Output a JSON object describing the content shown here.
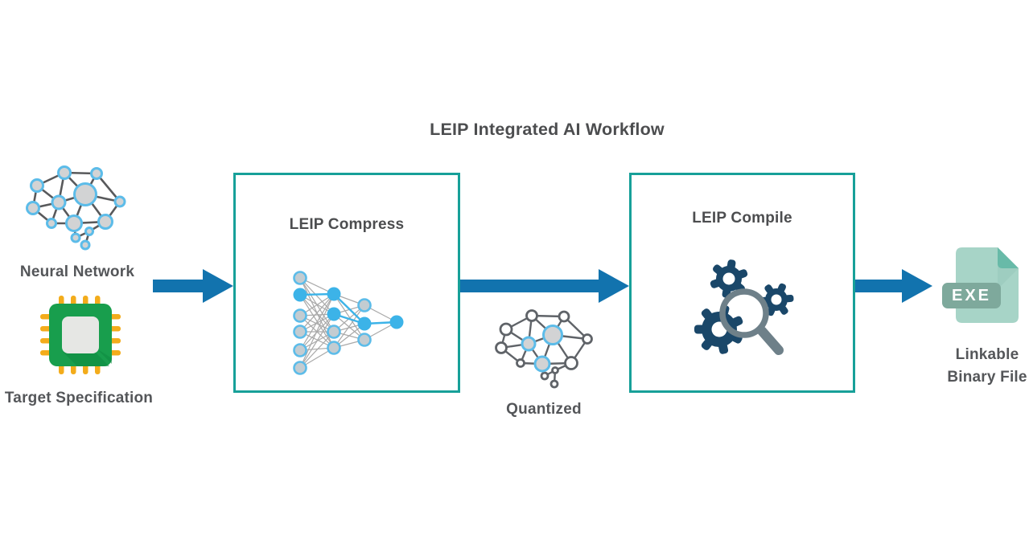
{
  "title": "LEIP Integrated AI Workflow",
  "inputs": {
    "neural_network_label": "Neural Network",
    "target_spec_label": "Target Specification"
  },
  "stages": {
    "compress": {
      "label": "LEIP Compress"
    },
    "compile": {
      "label": "LEIP Compile"
    }
  },
  "intermediate": {
    "quantized_label": "Quantized"
  },
  "output": {
    "badge": "EXE",
    "label_line1": "Linkable",
    "label_line2": "Binary File"
  },
  "icons": {
    "neural_network": "brain-network-icon",
    "target_spec": "chip-icon",
    "compress": "neural-net-layers-icon",
    "quantized": "quantized-brain-network-icon",
    "compile": "gears-magnifier-icon",
    "output": "exe-file-icon",
    "flow": "right-arrow-icon"
  },
  "colors": {
    "box_border_teal": "#17a099",
    "arrow_blue": "#1273ae",
    "text_dark_gray": "#545659",
    "node_blue": "#3cb3e8",
    "node_stroke_blue": "#5cbce9",
    "node_fill_gray": "#d2d3d4",
    "gear_navy": "#1a4769",
    "magnifier_gray": "#6e8089",
    "chip_green": "#189e4d",
    "chip_pin_yellow": "#f3ac1b",
    "doc_mint": "#a7d4c7",
    "doc_fold_teal": "#68baa8",
    "badge_gray_green": "#7ea99c"
  }
}
